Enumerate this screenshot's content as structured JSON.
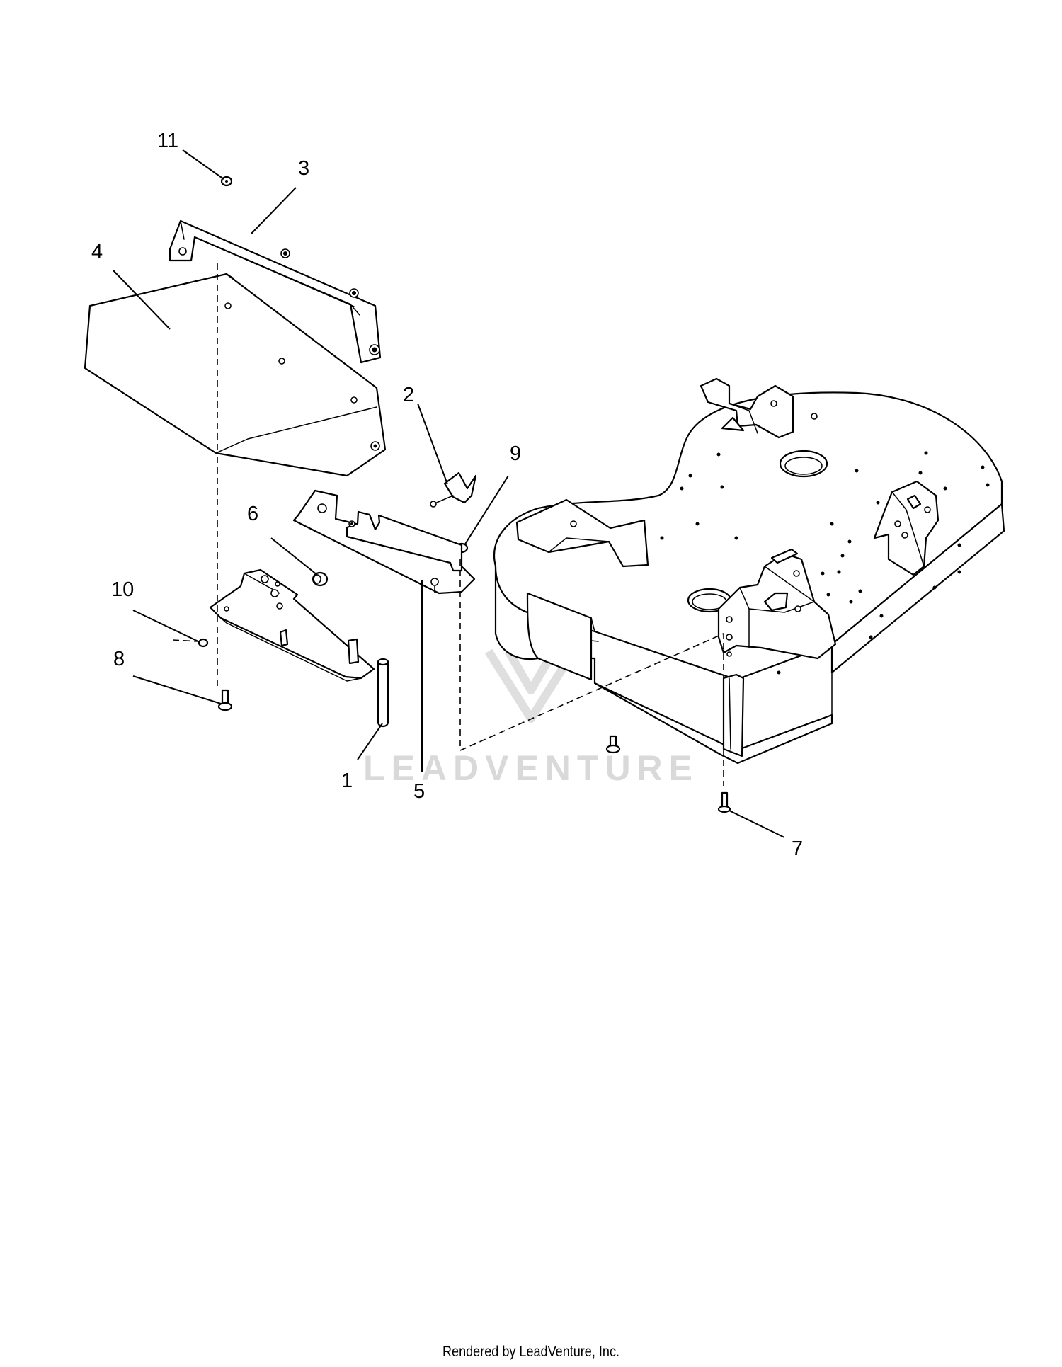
{
  "callouts": {
    "c1": "1",
    "c2": "2",
    "c3": "3",
    "c4": "4",
    "c5": "5",
    "c6": "6",
    "c7": "7",
    "c8": "8",
    "c9": "9",
    "c10": "10",
    "c11": "11"
  },
  "watermark": {
    "text": "LEADVENTURE",
    "color": "#d3d3d3"
  },
  "footer": {
    "credit": "Rendered by LeadVenture, Inc."
  },
  "colors": {
    "line": "#000000",
    "background": "#ffffff"
  }
}
